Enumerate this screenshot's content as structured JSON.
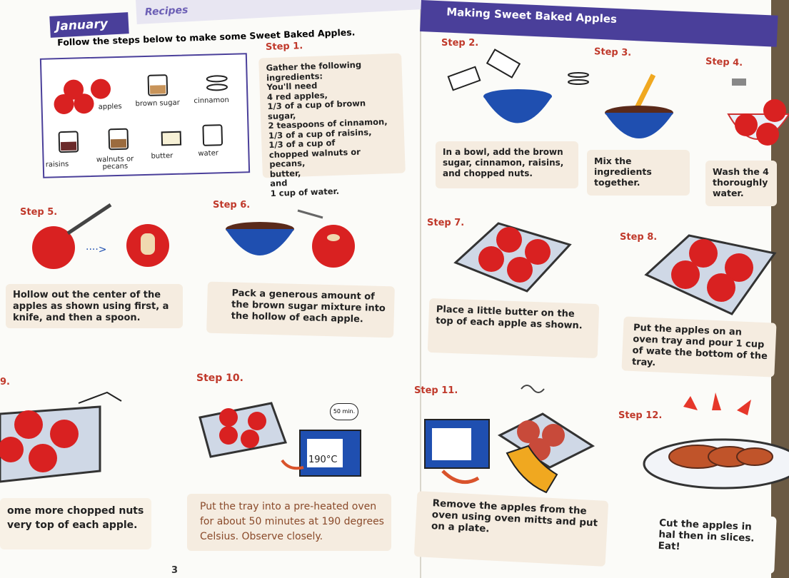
{
  "header": {
    "month": "January",
    "section": "Recipes",
    "title": "Making Sweet Baked Apples",
    "intro": "Follow the steps below to make some Sweet Baked Apples."
  },
  "ingredients": {
    "labels": [
      "apples",
      "brown sugar",
      "cinnamon",
      "raisins",
      "walnuts or pecans",
      "butter",
      "water"
    ]
  },
  "steps": [
    {
      "label": "Step 1.",
      "text": "Gather the following ingredients:\nYou'll need\n4 red apples,\n1/3 of a cup of brown sugar,\n2 teaspoons of cinnamon,\n1/3 of a cup of raisins,\n1/3 of a cup of\nchopped walnuts or pecans,\nbutter,\nand\n1 cup of water."
    },
    {
      "label": "Step 2.",
      "text": "In a bowl, add the brown sugar, cinnamon, raisins, and chopped nuts."
    },
    {
      "label": "Step 3.",
      "text": "Mix the ingredients together."
    },
    {
      "label": "Step 4.",
      "text": "Wash the 4 thoroughly water."
    },
    {
      "label": "Step 5.",
      "text": "Hollow out the center of the apples as shown using first, a knife, and then a spoon."
    },
    {
      "label": "Step 6.",
      "text": "Pack a generous amount of the brown sugar mixture into the hollow of each apple."
    },
    {
      "label": "Step 7.",
      "text": "Place a little butter on the top of each apple as shown."
    },
    {
      "label": "Step 8.",
      "text": "Put the apples on an oven tray and pour 1 cup of wate the bottom of the tray."
    },
    {
      "label": "9.",
      "text": "ome more chopped nuts very top of each apple."
    },
    {
      "label": "Step 10.",
      "text": "Put the tray into a pre-heated oven for about 50 minutes at 190 degrees Celsius. Observe closely."
    },
    {
      "label": "Step 11.",
      "text": "Remove the apples from the oven using oven mitts and put on a plate."
    },
    {
      "label": "Step 12.",
      "text": "Cut the apples in hal then in slices. Eat!"
    }
  ],
  "oven": {
    "temp": "190°C",
    "timer": "50 min."
  },
  "page_number": "3",
  "colors": {
    "tab": "#4a3f9a",
    "apple": "#d92121",
    "bowl": "#1f4fb0",
    "box": "#f5ece0"
  }
}
